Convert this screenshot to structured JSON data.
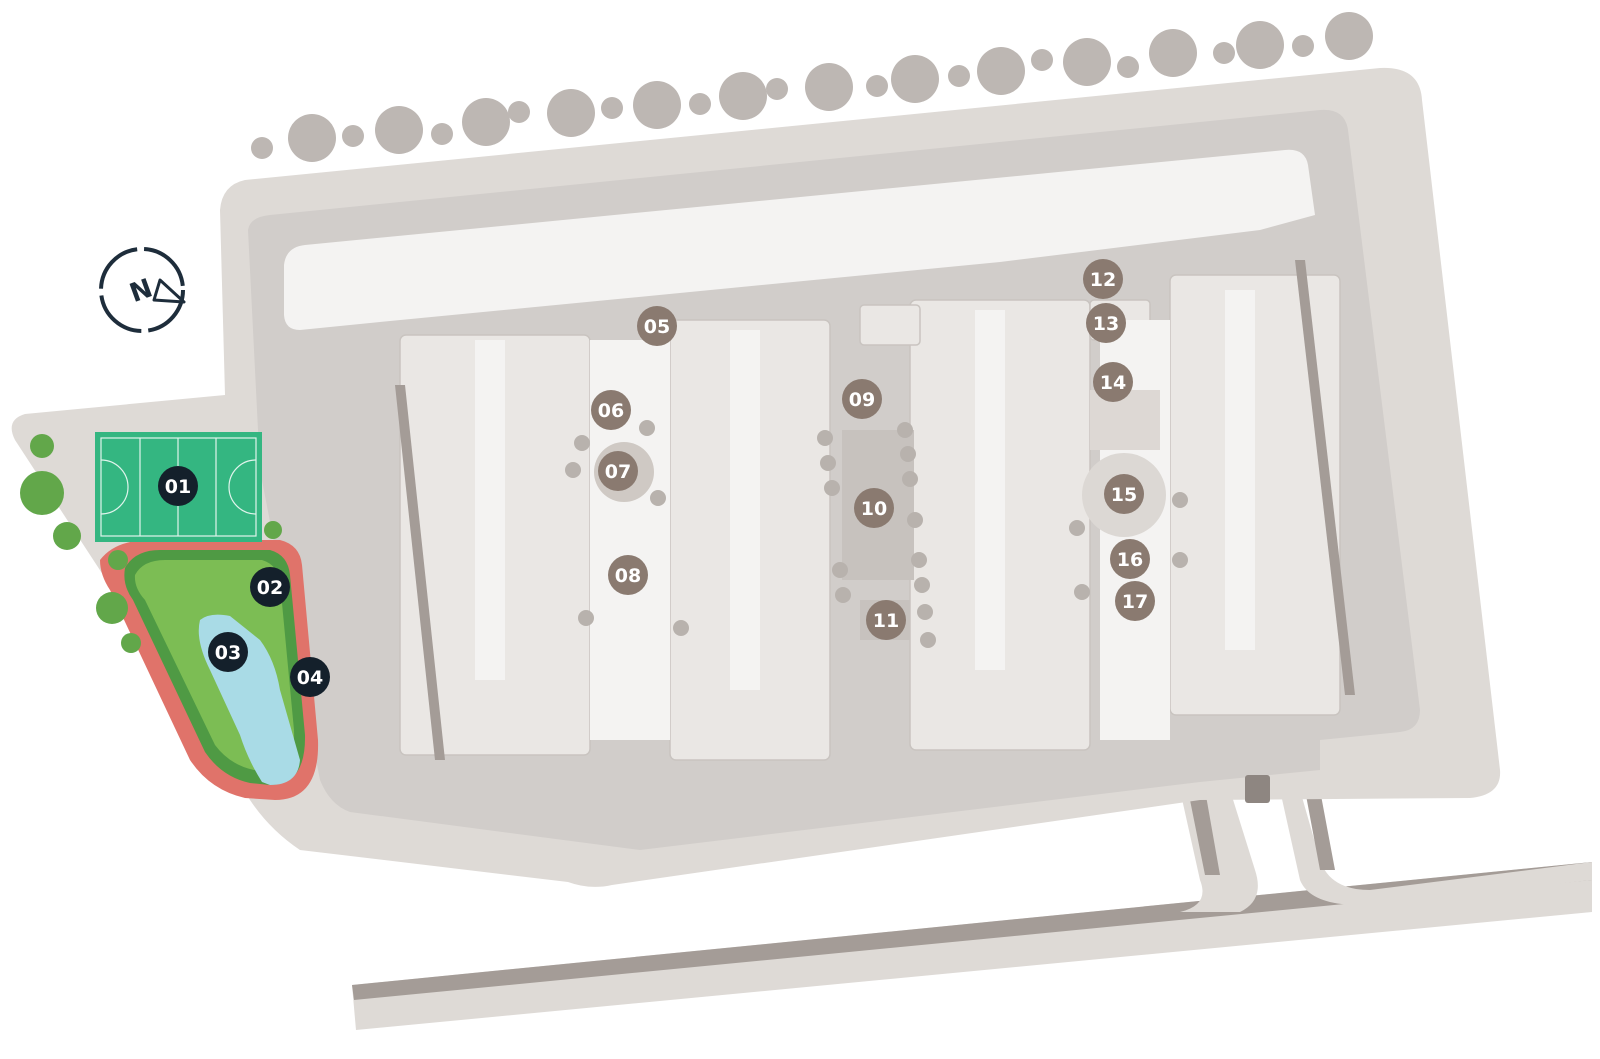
{
  "map": {
    "compass": {
      "letter": "N",
      "icon": "compass-north-icon"
    },
    "colors": {
      "ground": "#dedad6",
      "site": "#d1cdca",
      "lane": "#f4f3f2",
      "building": "#eae7e4",
      "building_edge": "#c9c4c0",
      "road": "#a49c97",
      "pitch": "#34b681",
      "park": "#7cbd54",
      "pond": "#a9dbe6",
      "track": "#e0736a",
      "tree_light": "#bdb7b3",
      "tree_green": "#62a74a",
      "marker_amenity": "#8a7a70",
      "marker_outdoor": "#14202b",
      "compass": "#1e2d3b"
    },
    "markers": [
      {
        "label": "01",
        "kind": "outdoor"
      },
      {
        "label": "02",
        "kind": "outdoor"
      },
      {
        "label": "03",
        "kind": "outdoor"
      },
      {
        "label": "04",
        "kind": "outdoor"
      },
      {
        "label": "05",
        "kind": "amenity"
      },
      {
        "label": "06",
        "kind": "amenity"
      },
      {
        "label": "07",
        "kind": "amenity"
      },
      {
        "label": "08",
        "kind": "amenity"
      },
      {
        "label": "09",
        "kind": "amenity"
      },
      {
        "label": "10",
        "kind": "amenity"
      },
      {
        "label": "11",
        "kind": "amenity"
      },
      {
        "label": "12",
        "kind": "amenity"
      },
      {
        "label": "13",
        "kind": "amenity"
      },
      {
        "label": "14",
        "kind": "amenity"
      },
      {
        "label": "15",
        "kind": "amenity"
      },
      {
        "label": "16",
        "kind": "amenity"
      },
      {
        "label": "17",
        "kind": "amenity"
      }
    ]
  }
}
